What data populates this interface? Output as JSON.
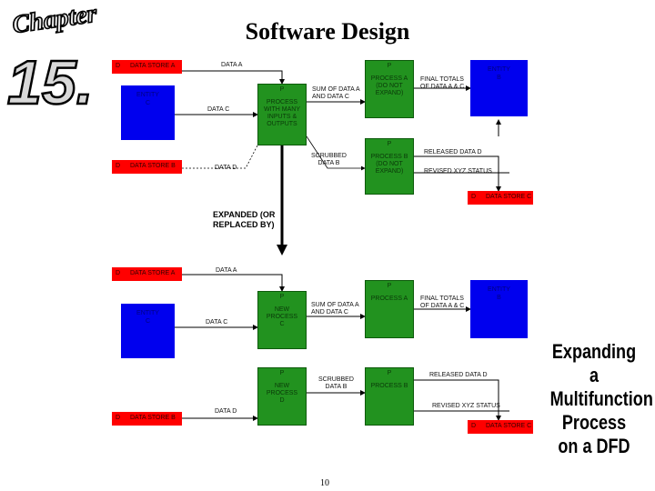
{
  "title": "Software Design",
  "logo": {
    "word": "Chapter",
    "number": "15."
  },
  "side_title": [
    "Expanding a",
    "Multifunction",
    "Process on a DFD"
  ],
  "page_number": "10",
  "expanded_label": [
    "EXPANDED (OR",
    "REPLACED BY)"
  ],
  "top": {
    "ds_a": {
      "id": "D",
      "name": "DATA STORE A"
    },
    "ds_b": {
      "id": "D",
      "name": "DATA STORE B"
    },
    "ds_c": {
      "id": "D",
      "name": "DATA STORE C"
    },
    "entity_left": "ENTITY\nC",
    "entity_right": "ENTITY\nB",
    "proc_main": {
      "id": "P",
      "text": "PROCESS\nWITH MANY\nINPUTS &\nOUTPUTS"
    },
    "proc_a": {
      "id": "P",
      "text": "PROCESS A\n(DO NOT\nEXPAND)"
    },
    "proc_b": {
      "id": "P",
      "text": "PROCESS B\n(DO NOT\nEXPAND)"
    },
    "labels": {
      "data_a": "DATA A",
      "data_c": "DATA C",
      "data_d": "DATA D",
      "sum": "SUM OF DATA A\nAND DATA C",
      "scrubbed": "SCRUBBED\nDATA B",
      "final": "FINAL TOTALS\nOF DATA A & C",
      "released": "RELEASED DATA D",
      "revised": "REVISED XYZ STATUS"
    }
  },
  "bottom": {
    "ds_a": {
      "id": "D",
      "name": "DATA STORE A"
    },
    "ds_b": {
      "id": "D",
      "name": "DATA STORE B"
    },
    "ds_c": {
      "id": "D",
      "name": "DATA STORE C"
    },
    "entity_left": "ENTITY\nC",
    "entity_right": "ENTITY\nB",
    "new_proc_c": {
      "id": "P",
      "text": "NEW\nPROCESS\nC"
    },
    "new_proc_d": {
      "id": "P",
      "text": "NEW\nPROCESS\nD"
    },
    "proc_a": {
      "id": "P",
      "text": "PROCESS A"
    },
    "proc_b": {
      "id": "P",
      "text": "PROCESS B"
    },
    "labels": {
      "data_a": "DATA A",
      "data_c": "DATA C",
      "data_d": "DATA D",
      "sum": "SUM OF DATA A\nAND DATA C",
      "scrubbed": "SCRUBBED\nDATA B",
      "final": "FINAL TOTALS\nOF DATA A & C",
      "released": "RELEASED DATA D",
      "revised": "REVISED XYZ STATUS"
    }
  },
  "colors": {
    "data_store": "#ff0000",
    "entity": "#0000ee",
    "process": "#22921f"
  }
}
